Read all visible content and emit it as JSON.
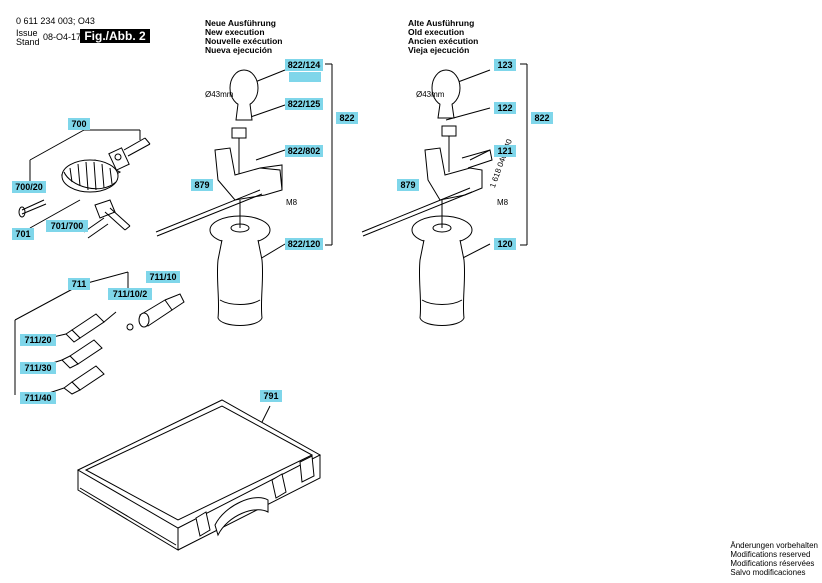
{
  "header": {
    "doc_number": "0 611 234 003; O43",
    "issue_label": "Issue",
    "stand_label": "Stand",
    "date": "08-O4-17",
    "figure": "Fig./Abb. 2"
  },
  "new_version": [
    "Neue Ausführung",
    "New execution",
    "Nouvelle exécution",
    "Nueva ejecución"
  ],
  "old_version": [
    "Alte Ausführung",
    "Old execution",
    "Ancien exécution",
    "Vieja ejecución"
  ],
  "labels": {
    "l700": "700",
    "l700_20": "700/20",
    "l701": "701",
    "l701_700": "701/700",
    "l711": "711",
    "l711_10": "711/10",
    "l711_10_2": "711/10/2",
    "l711_20": "711/20",
    "l711_30": "711/30",
    "l711_40": "711/40",
    "l791": "791",
    "n822_124": "822/124",
    "n822_125": "822/125",
    "n822": "822",
    "n822_802": "822/802",
    "n879": "879",
    "n822_120": "822/120",
    "o123": "123",
    "o122": "122",
    "o822": "822",
    "o121": "121",
    "o879": "879",
    "o120": "120"
  },
  "annotations": {
    "dia_new": "Ø43mm",
    "dia_old": "Ø43mm",
    "m8_new": "M8",
    "m8_old": "M8",
    "part_no": "1 618 040 040"
  },
  "footer": [
    "Änderungen vorbehalten",
    "Modifications reserved",
    "Modifications réservées",
    "Salvo modificaciones"
  ]
}
